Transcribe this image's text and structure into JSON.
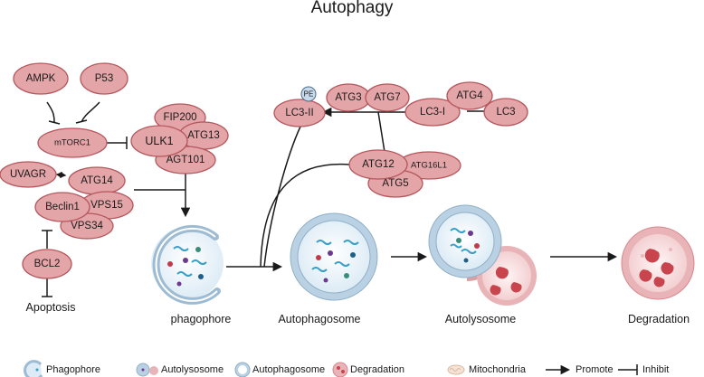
{
  "title": "Autophagy",
  "nodes": {
    "ampk": "AMPK",
    "p53": "P53",
    "mtorc1": "mTORC1",
    "fip200": "FIP200",
    "ulk1": "ULK1",
    "atg13": "ATG13",
    "agt101": "AGT101",
    "uvagr": "UVAGR",
    "atg14": "ATG14",
    "beclin1": "Beclin1",
    "vps15": "VPS15",
    "vps34": "VPS34",
    "bcl2": "BCL2",
    "pe": "PE",
    "lc3ii": "LC3-II",
    "atg3": "ATG3",
    "atg7": "ATG7",
    "lc3i": "LC3-I",
    "atg4": "ATG4",
    "lc3": "LC3",
    "atg12": "ATG12",
    "atg16l1": "ATG16L1",
    "atg5": "ATG5"
  },
  "apoptosis": "Apoptosis",
  "stages": {
    "phagophore": "phagophore",
    "autophagosome": "Autophagosome",
    "autolysosome": "Autolysosome",
    "degradation": "Degradation"
  },
  "legend": {
    "phagophore": "Phagophore",
    "autolysosome": "Autolysosome",
    "autophagosome": "Autophagosome",
    "degradation": "Degradation",
    "mitochondria": "Mitochondria",
    "promote": "Promote",
    "inhibit": "Inhibit"
  },
  "colors": {
    "node_fill": "#e4a5a8",
    "node_stroke": "#b4565c",
    "membrane_blue": "#a9c6dc",
    "lysosome_red": "#c9454d"
  }
}
